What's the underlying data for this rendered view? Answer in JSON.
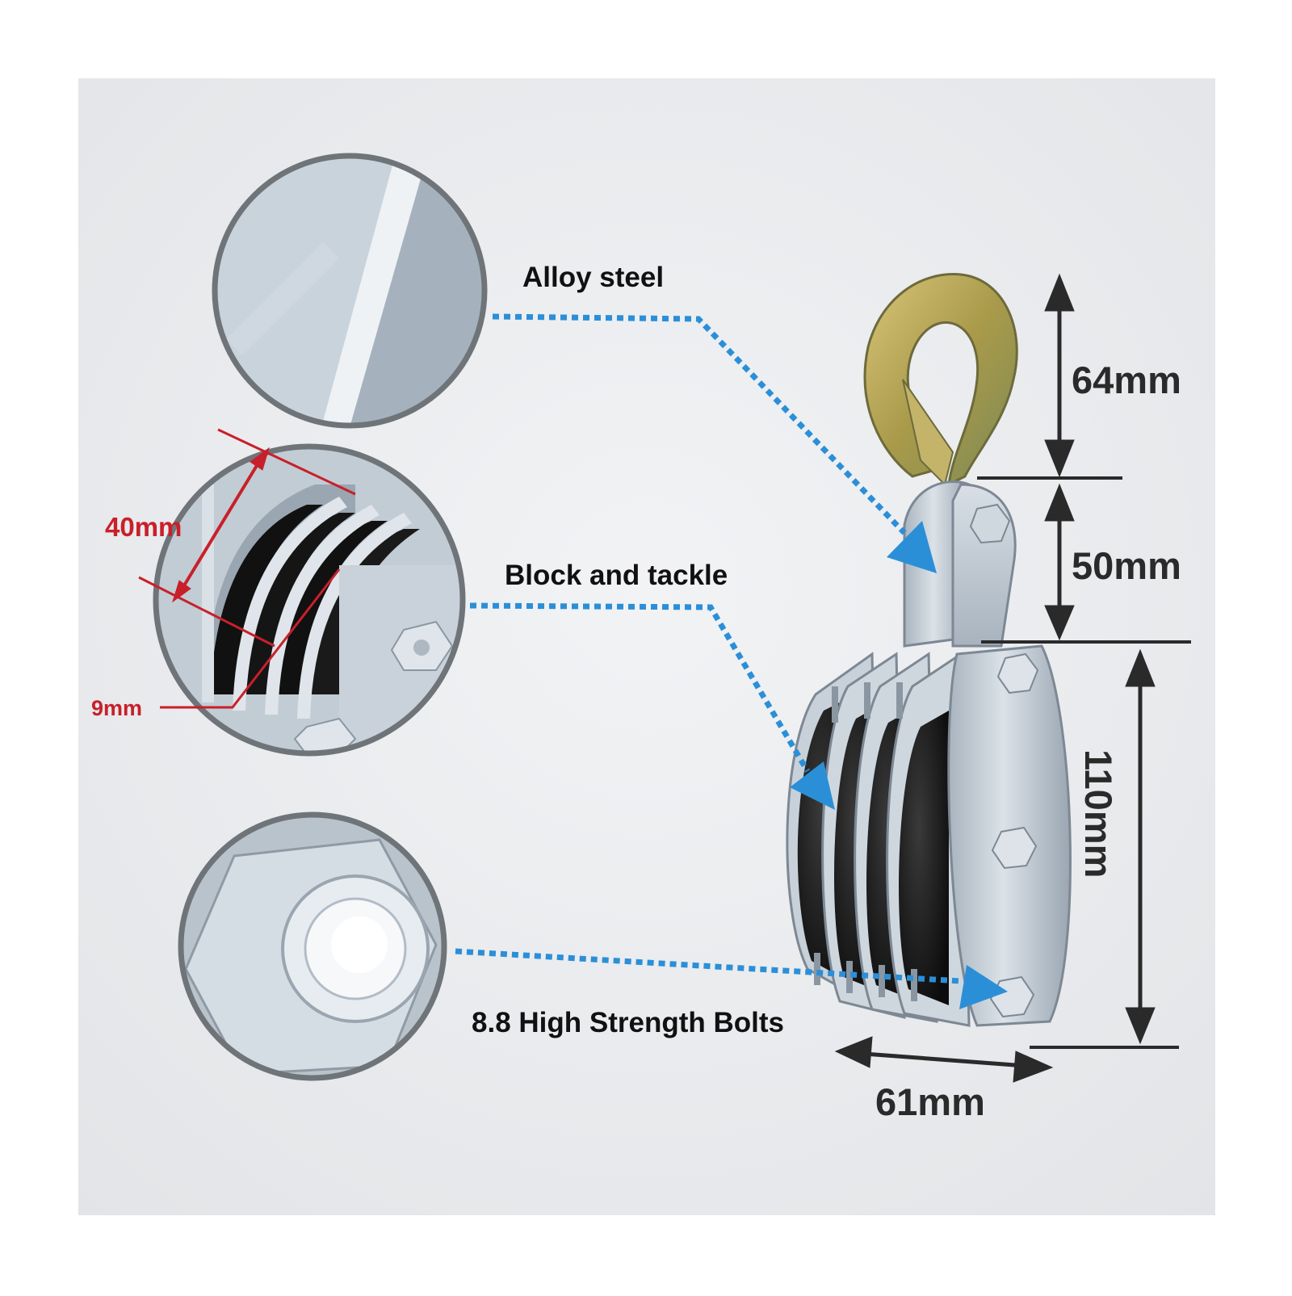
{
  "callouts": {
    "alloy_steel": "Alloy steel",
    "block_and_tackle": "Block and tackle",
    "bolts": "8.8 High Strength Bolts"
  },
  "dimensions": {
    "hook_height": "64mm",
    "link_height": "50mm",
    "block_height": "110mm",
    "block_width": "61mm"
  },
  "sheave_dimensions": {
    "sheave_diameter": "40mm",
    "groove_width": "9mm"
  },
  "colors": {
    "background": "#eaebed",
    "callout_line": "#2b8fd8",
    "dimension_line": "#2a2a2a",
    "sheave_dimension": "#c8202a",
    "hook": "#b8a458",
    "sheave": "#1a1a1a",
    "zinc_plate": "#c4ced7"
  }
}
